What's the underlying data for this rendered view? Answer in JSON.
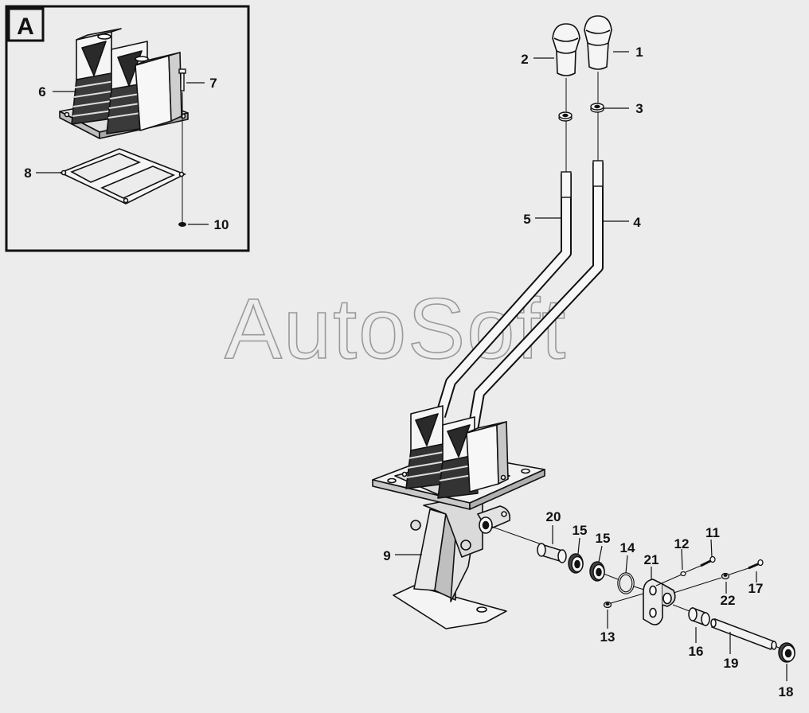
{
  "inset": {
    "label": "A"
  },
  "watermark": "AutoSoft",
  "callouts": {
    "c1": "1",
    "c2": "2",
    "c3": "3",
    "c4": "4",
    "c5": "5",
    "c6": "6",
    "c7": "7",
    "c8": "8",
    "c9": "9",
    "c10": "10",
    "c11": "11",
    "c12": "12",
    "c13": "13",
    "c14": "14",
    "c15a": "15",
    "c15b": "15",
    "c16": "16",
    "c17": "17",
    "c18": "18",
    "c19": "19",
    "c20": "20",
    "c21": "21",
    "c22": "22"
  },
  "colors": {
    "background": "#ececec",
    "line": "#111111",
    "part_fill": "#f7f7f7",
    "dark": "#2a2a2a"
  }
}
